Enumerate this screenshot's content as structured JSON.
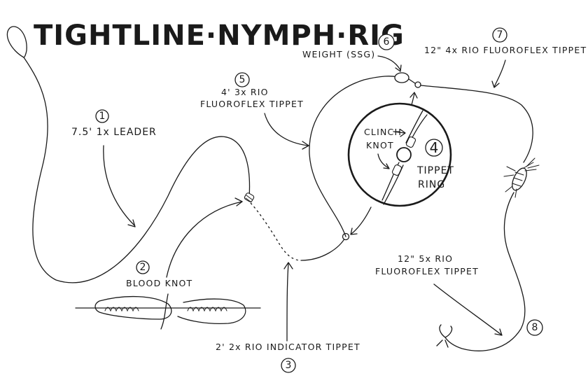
{
  "title": "TIGHTLINE·NYMPH·RIG",
  "components": [
    {
      "number": "1",
      "lines": [
        "7.5' 1x LEADER"
      ]
    },
    {
      "number": "2",
      "lines": [
        "BLOOD KNOT"
      ]
    },
    {
      "number": "3",
      "lines": [
        "2' 2x  RIO INDICATOR TIPPET"
      ]
    },
    {
      "number": "4",
      "lines": [
        "CLINCH",
        "KNOT",
        "TIPPET",
        "RING"
      ]
    },
    {
      "number": "5",
      "lines": [
        "4' 3x RIO",
        "FLUOROFLEX TIPPET"
      ]
    },
    {
      "number": "6",
      "lines": [
        "WEIGHT (SSG)"
      ]
    },
    {
      "number": "7",
      "lines": [
        "12\" 4x RIO FLUOROFLEX TIPPET"
      ]
    },
    {
      "number": "8",
      "lines": [
        "12\" 5x RIO",
        "FLUOROFLEX TIPPET"
      ]
    }
  ]
}
